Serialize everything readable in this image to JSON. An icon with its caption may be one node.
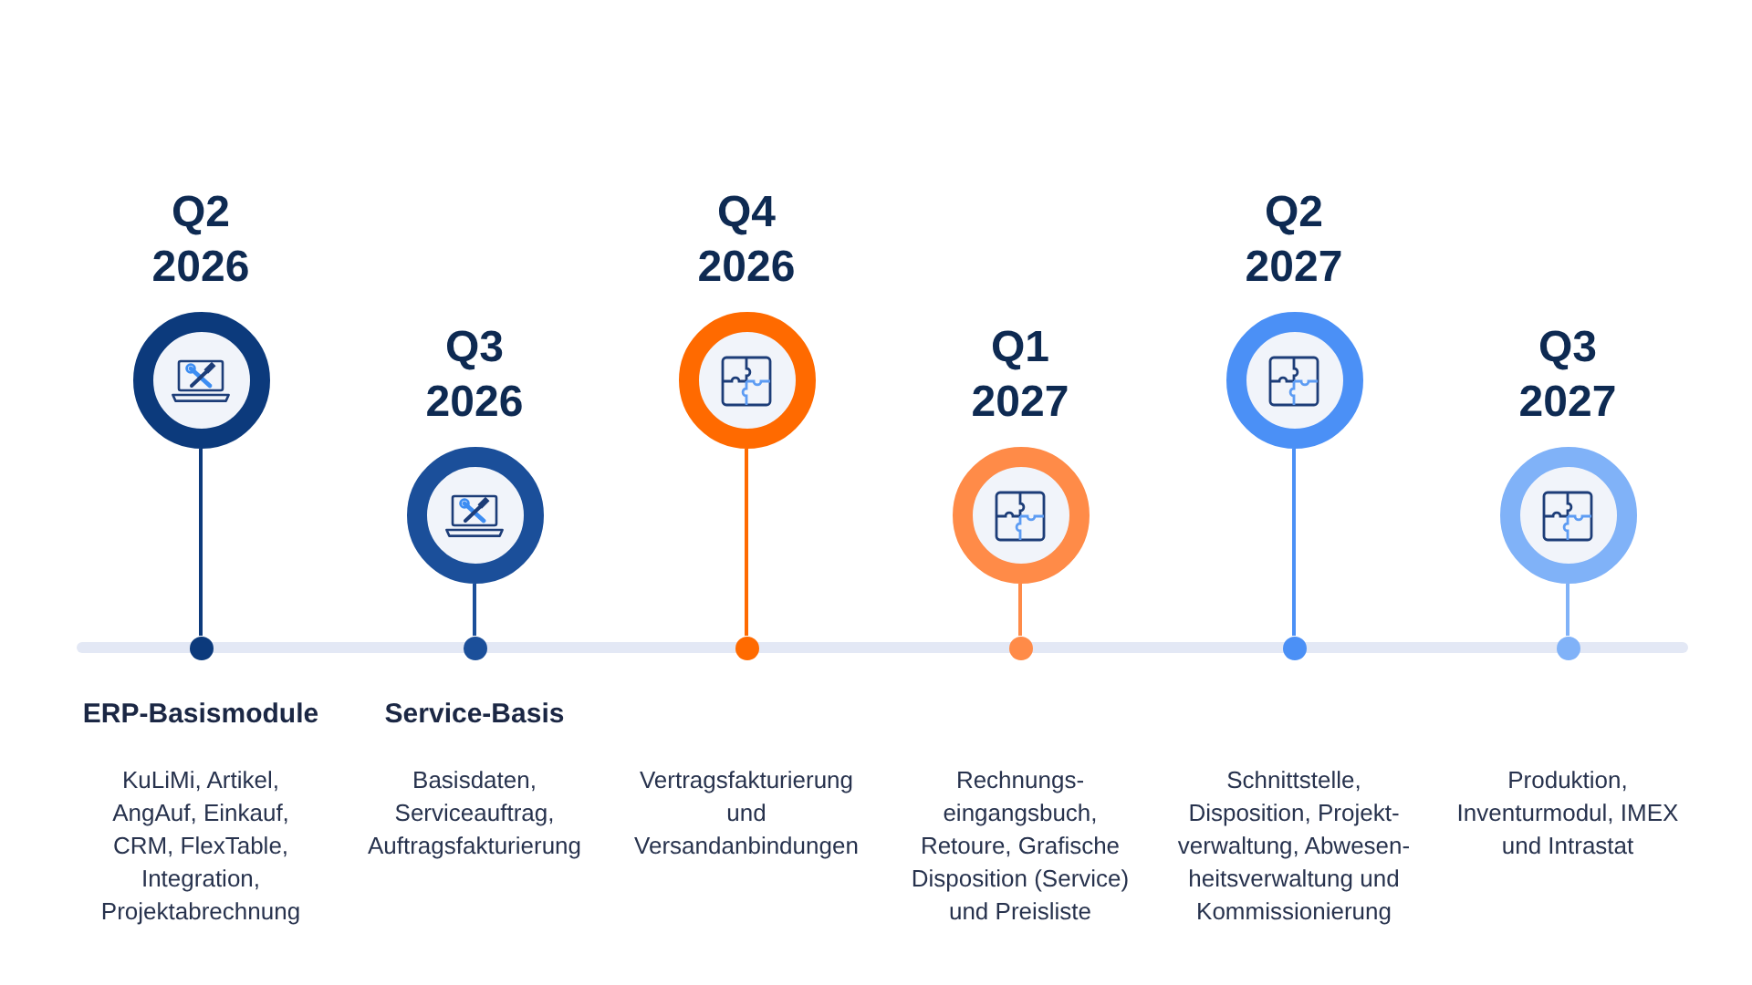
{
  "diagram": {
    "nodes": [
      {
        "text": [
          "Q2 2026"
        ]
      },
      {
        "text": [
          "Q3 2026"
        ]
      },
      {
        "text": [
          "Q4 2026"
        ]
      },
      {
        "text": [
          "Q1 2027"
        ]
      },
      {
        "text": [
          "Q2 2027"
        ]
      },
      {
        "text": [
          "Q3 2027"
        ]
      },
      {
        "text": [],
        "shape": "circle"
      },
      {
        "text": [],
        "shape": "circle"
      },
      {
        "text": [],
        "shape": "circle"
      },
      {
        "text": [],
        "shape": "circle"
      },
      {
        "text": [],
        "shape": "circle"
      },
      {
        "text": [],
        "shape": "circle"
      }
    ],
    "edges": [
      {
        "from": 0,
        "to": 6,
        "arrow": "none",
        "color": "#0c3a7c"
      },
      {
        "from": 1,
        "to": 7,
        "arrow": "none",
        "color": "#1b4f9a"
      },
      {
        "from": 2,
        "to": 8,
        "arrow": "none",
        "color": "#ff6a00"
      },
      {
        "from": 3,
        "to": 9,
        "arrow": "none",
        "color": "#ff8b48"
      },
      {
        "from": 4,
        "to": 10,
        "arrow": "none",
        "color": "#4b90f6"
      },
      {
        "from": 5,
        "to": 11,
        "arrow": "none",
        "color": "#80b2f8"
      }
    ],
    "labels": [
      "ERP-Basismodule",
      "Service-Basis",
      "KuLiMi, Artikel, AngAuf, Einkauf, CRM, FlexTable, Integration, Projektabrechnung",
      "Basisdaten, Serviceauftrag, Auftragsfakturierung",
      "Vertragsfakturierung und Versandanbindungen",
      "Rechnungs- eingangsbuch, Retoure, Grafische Disposition (Service) und Preisliste",
      "Schnittstelle, Disposition, Projekt- verwaltung, Abwesen- heitsverwaltung und Kommissionierung",
      "Produktion, Inventurmodul, IMEX und Intrastat"
    ]
  }
}
